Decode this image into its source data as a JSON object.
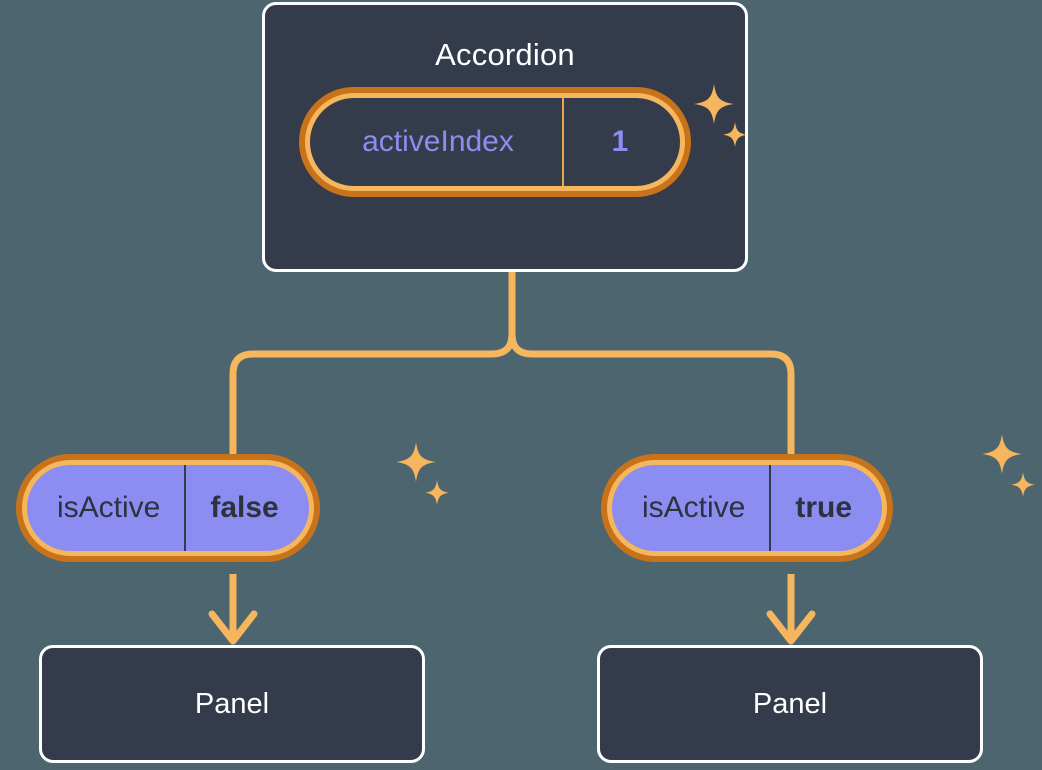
{
  "diagram": {
    "type": "component-state-tree",
    "background_color": "#4c656f",
    "accent_color": "#f5b65e",
    "accent_dark_color": "#c87219",
    "node_fill_color": "#343b4a",
    "state_fill_color": "#8b8df0",
    "state_text_color": "#8b8df0",
    "root": {
      "title": "Accordion",
      "state": {
        "key": "activeIndex",
        "value": "1"
      }
    },
    "branches": [
      {
        "state": {
          "key": "isActive",
          "value": "false"
        },
        "child": {
          "title": "Panel"
        }
      },
      {
        "state": {
          "key": "isActive",
          "value": "true"
        },
        "child": {
          "title": "Panel"
        }
      }
    ],
    "icons": {
      "sparkle": "sparkle-icon",
      "arrow": "arrow-down-icon"
    }
  }
}
